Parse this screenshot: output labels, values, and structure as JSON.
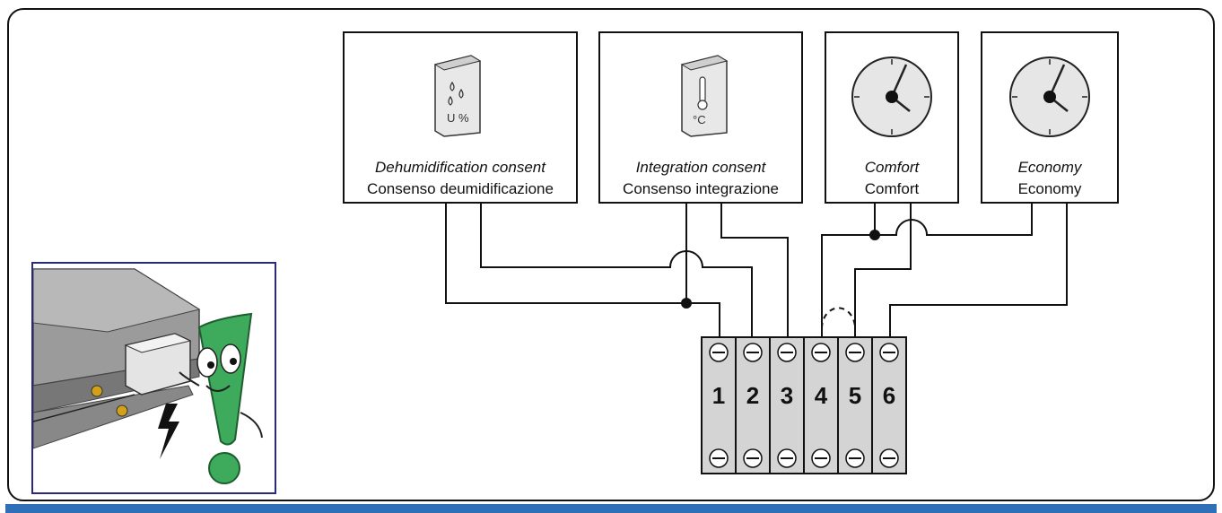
{
  "devices": [
    {
      "label_en": "Dehumidification consent",
      "label_it": "Consenso deumidificazione",
      "icon": "humidistat-icon",
      "icon_text": "U %"
    },
    {
      "label_en": "Integration consent",
      "label_it": "Consenso integrazione",
      "icon": "thermostat-icon",
      "icon_text": "°C"
    },
    {
      "label_en": "Comfort",
      "label_it": "Comfort",
      "icon": "clock-icon"
    },
    {
      "label_en": "Economy",
      "label_it": "Economy",
      "icon": "clock-icon"
    }
  ],
  "terminals": [
    "1",
    "2",
    "3",
    "4",
    "5",
    "6"
  ],
  "colors": {
    "frame_band": "#2f6fb8",
    "inset_border": "#2a2a7a",
    "mascot_green": "#3daa5c",
    "terminal_fill": "#d4d4d4"
  },
  "inset": {
    "illustration": "electrical-warning-mascot",
    "icon": "lightning-bolt-icon"
  }
}
